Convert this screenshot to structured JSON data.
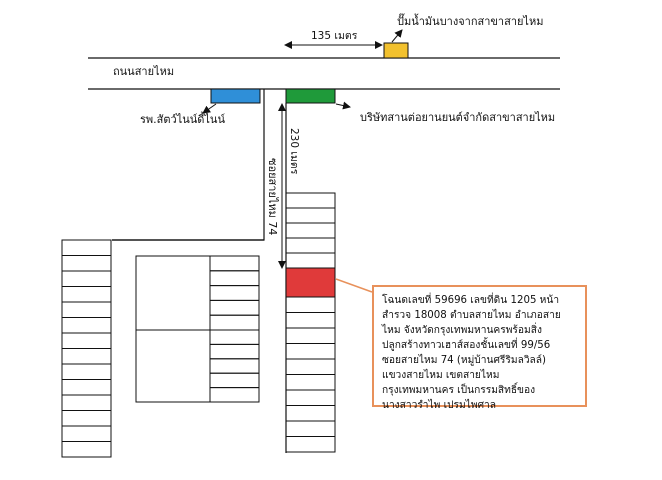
{
  "map": {
    "main_road_label": "ถนนสายไหม",
    "soi_label": "ซอยสายไหม 74",
    "distance_horizontal": "135 เมตร",
    "distance_vertical": "230 เมตร",
    "landmarks": {
      "gas_station": {
        "label": "ปั๊มน้ำมันบางจากสาขาสายไหม",
        "color": "#f2c12e"
      },
      "vet_hospital": {
        "label": "รพ.สัตว์ไนน์ดี้ไนน์",
        "color": "#2f8fd8"
      },
      "construction_company": {
        "label": "บริษัทสานต่อยานยนต์จำกัดสาขาสายไหม",
        "color": "#1f9a3a"
      },
      "target_property": {
        "color": "#e03a3a"
      }
    },
    "property_info": {
      "lines": [
        "โฉนดเลขที่ 59696 เลขที่ดิน 1205 หน้า",
        "สำรวจ 18008 ตำบลสายไหม อำเภอสาย",
        "ไหม จังหวัดกรุงเทพมหานครพร้อมสิ่ง",
        "ปลูกสร้างทาวเฮาส์สองชั้นเลขที่ 99/56",
        "ซอยสายไหม 74 (หมู่บ้านศรีริมลวิลล์)",
        "แขวงสายไหม เขตสายไหม",
        "กรุงเทพมหานคร เป็นกรรมสิทธิ์ของ",
        "นางสาวรำไพ  เปรมไพศาล"
      ],
      "border_color": "#e8915b"
    }
  }
}
